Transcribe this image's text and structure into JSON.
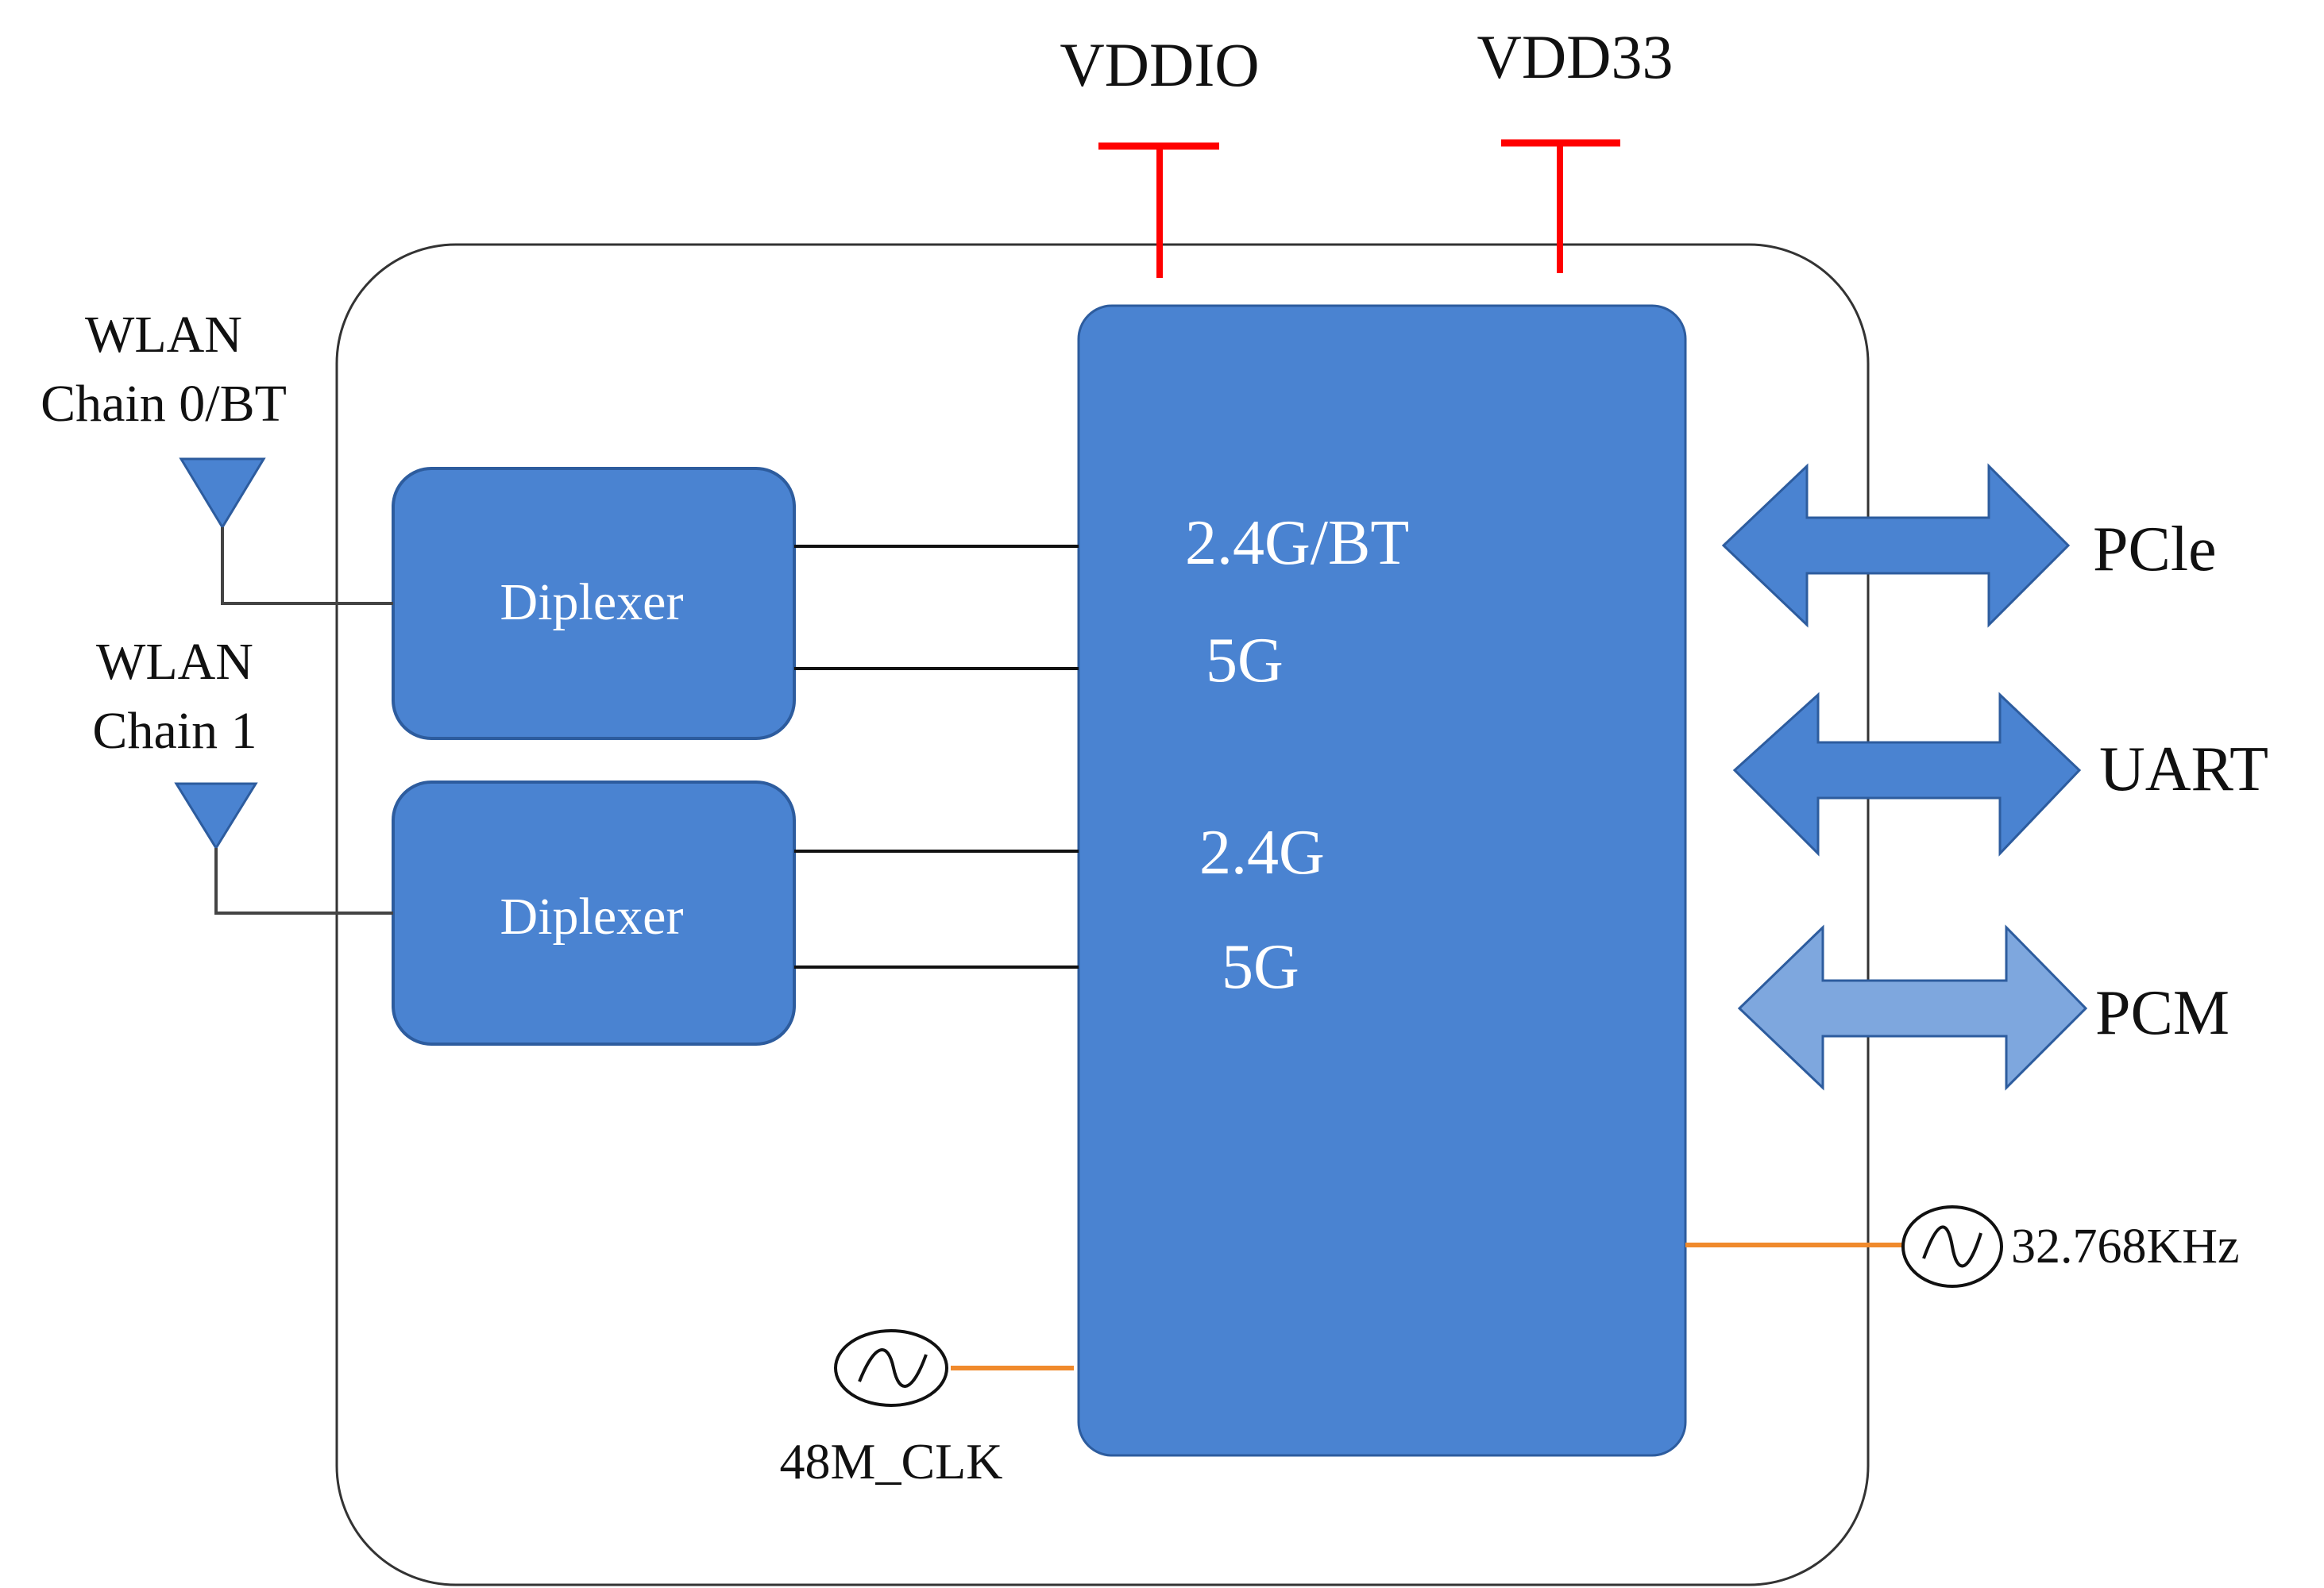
{
  "power": {
    "vddio": "VDDIO",
    "vdd33": "VDD33"
  },
  "antennas": {
    "chain0_line1": "WLAN",
    "chain0_line2": "Chain 0/BT",
    "chain1_line1": "WLAN",
    "chain1_line2": "Chain 1"
  },
  "diplexers": {
    "top": "Diplexer",
    "bottom": "Diplexer"
  },
  "soc": {
    "port1": "2.4G/BT",
    "port2": "5G",
    "port3": "2.4G",
    "port4": "5G"
  },
  "interfaces": {
    "pcie": "PCle",
    "uart": "UART",
    "pcm": "PCM"
  },
  "clocks": {
    "osc_48m": "48M_CLK",
    "osc_32k": "32.768KHz"
  },
  "colors": {
    "block_fill": "#4a83d1",
    "block_stroke": "#2d5c9e",
    "power_line": "#ff0000",
    "clock_line": "#f08a2c",
    "pcm_fill": "#7ea7de"
  }
}
